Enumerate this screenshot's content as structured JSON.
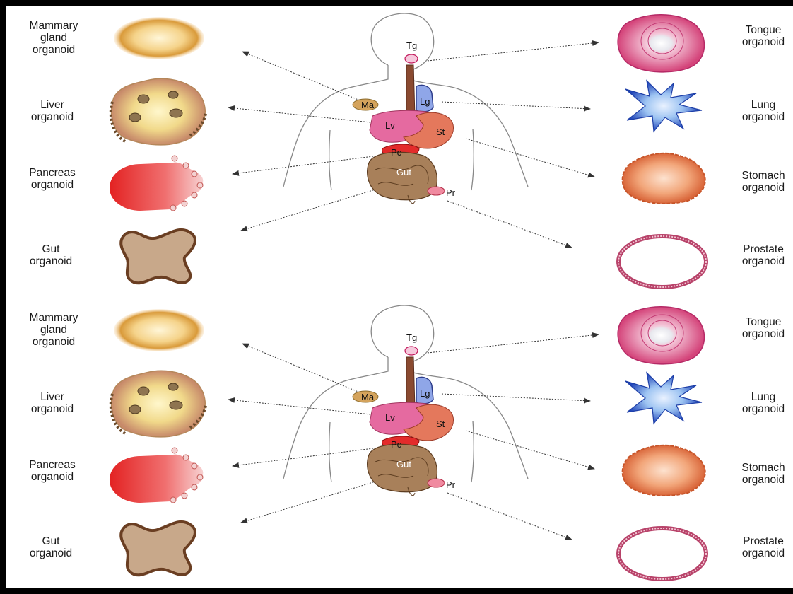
{
  "panels": [
    {
      "left_labels": [
        {
          "id": "mammary",
          "line1": "Mammary",
          "line2": "gland",
          "line3": "organoid"
        },
        {
          "id": "liver",
          "line1": "Liver",
          "line2": "organoid"
        },
        {
          "id": "pancreas",
          "line1": "Pancreas",
          "line2": "organoid"
        },
        {
          "id": "gut",
          "line1": "Gut",
          "line2": "organoid"
        }
      ],
      "right_labels": [
        {
          "id": "tongue",
          "line1": "Tongue",
          "line2": "organoid"
        },
        {
          "id": "lung",
          "line1": "Lung",
          "line2": "organoid"
        },
        {
          "id": "stomach",
          "line1": "Stomach",
          "line2": "organoid"
        },
        {
          "id": "prostate",
          "line1": "Prostate",
          "line2": "organoid"
        }
      ],
      "organ_labels": {
        "tg": "Tg",
        "ma": "Ma",
        "lg": "Lg",
        "lv": "Lv",
        "st": "St",
        "pc": "Pc",
        "gut": "Gut",
        "pr": "Pr"
      }
    },
    {
      "left_labels": [
        {
          "id": "mammary",
          "line1": "Mammary",
          "line2": "gland",
          "line3": "organoid"
        },
        {
          "id": "liver",
          "line1": "Liver",
          "line2": "organoid"
        },
        {
          "id": "pancreas",
          "line1": "Pancreas",
          "line2": "organoid"
        },
        {
          "id": "gut",
          "line1": "Gut",
          "line2": "organoid"
        }
      ],
      "right_labels": [
        {
          "id": "tongue",
          "line1": "Tongue",
          "line2": "organoid"
        },
        {
          "id": "lung",
          "line1": "Lung",
          "line2": "organoid"
        },
        {
          "id": "stomach",
          "line1": "Stomach",
          "line2": "organoid"
        },
        {
          "id": "prostate",
          "line1": "Prostate",
          "line2": "organoid"
        }
      ],
      "organ_labels": {
        "tg": "Tg",
        "ma": "Ma",
        "lg": "Lg",
        "lv": "Lv",
        "st": "St",
        "pc": "Pc",
        "gut": "Gut",
        "pr": "Pr"
      }
    }
  ],
  "colors": {
    "frame": "#000000",
    "arrow": "#333333",
    "outline": "#777777",
    "tongue": "#d4447a",
    "lung": "#2d57c8",
    "stomach": "#e0784a",
    "prostate": "#b8436a",
    "pancreas": "#e32b2b",
    "gut": "#a17b56",
    "liver": "#e56aa0",
    "mammary": "#d9a25a"
  }
}
